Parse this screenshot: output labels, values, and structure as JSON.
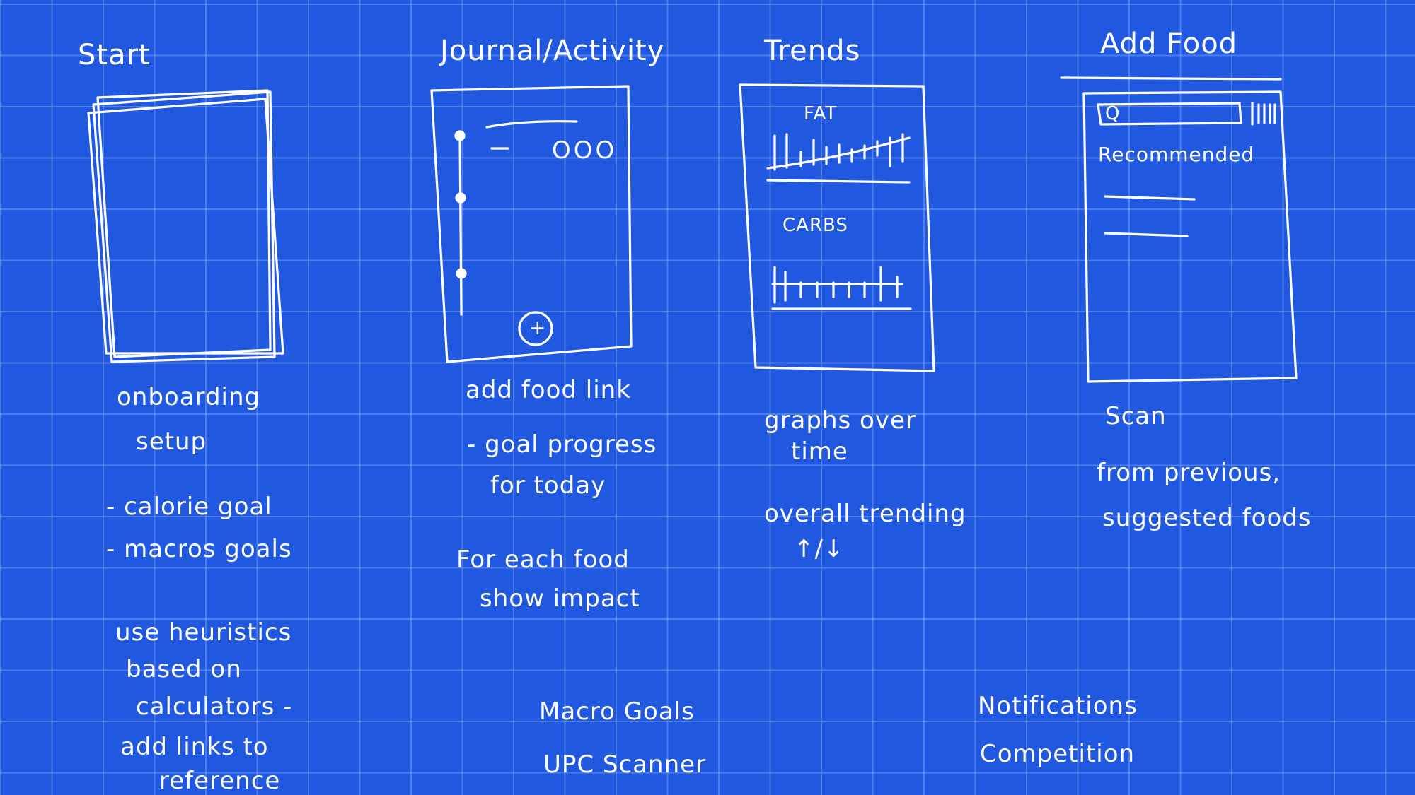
{
  "columns": [
    {
      "title": "Start",
      "notes": [
        "onboarding",
        "setup",
        "- calorie goal",
        "- macros goals",
        "use heuristics",
        "based on",
        "calculators -",
        "add links to",
        "reference"
      ]
    },
    {
      "title": "Journal/Activity",
      "screen": {
        "row_marker": "OOO",
        "add_icon": "+"
      },
      "notes": [
        "add food link",
        "- goal progress",
        "for today",
        "For each food",
        "show impact"
      ]
    },
    {
      "title": "Trends",
      "screen": {
        "chart_labels": [
          "FAT",
          "CARBS"
        ]
      },
      "notes": [
        "graphs over",
        "time",
        "overall trending",
        "↑/↓"
      ]
    },
    {
      "title": "Add Food",
      "screen": {
        "search_icon": "Q",
        "section_label": "Recommended"
      },
      "notes": [
        "Scan",
        "from previous,",
        "suggested foods"
      ]
    }
  ],
  "bottom_list_left": [
    "Macro Goals",
    "UPC Scanner"
  ],
  "bottom_list_right": [
    "Notifications",
    "Competition"
  ]
}
